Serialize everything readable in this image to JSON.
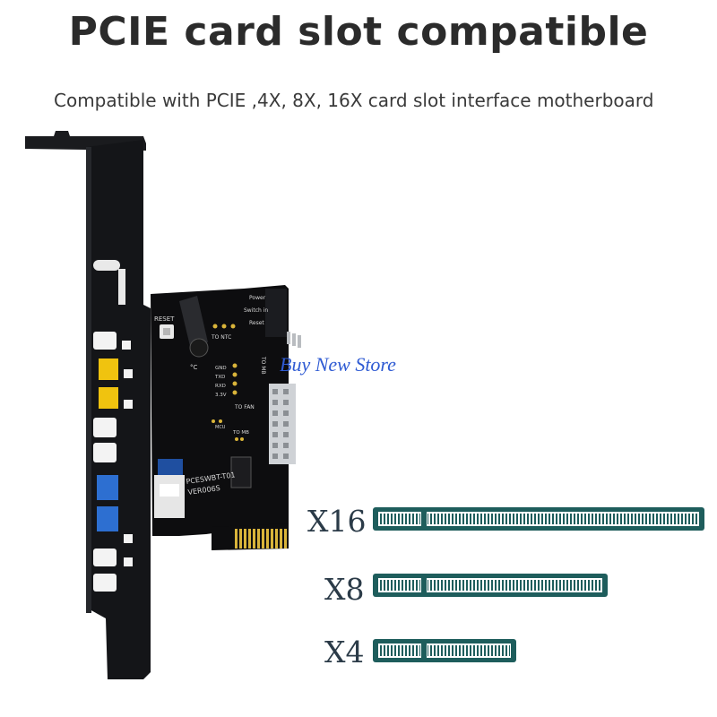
{
  "header": {
    "title": "PCIE card slot compatible",
    "subtitle": "Compatible with PCIE ,4X, 8X, 16X card slot interface motherboard"
  },
  "watermark": "Buy New Store",
  "card": {
    "reset_label": "RESET",
    "model_label": "PCESWBT-T01",
    "version_label": "VER006S",
    "header_labels": [
      "Power",
      "Switch in",
      "Reset",
      "TO MB"
    ],
    "pin_labels": [
      "GND",
      "TXD",
      "RXD",
      "3.3V"
    ],
    "ntc_label": "TO NTC",
    "fan_label": "TO FAN",
    "mb_label": "TO MB",
    "mcu_label": "MCU",
    "temp_label": "°C",
    "colors": {
      "bracket": "#111214",
      "pcb": "#0d0d0f",
      "gold": "#d9b43a",
      "usb_blue": "#2d6fd1",
      "yellow": "#f0c30f"
    }
  },
  "slots": [
    {
      "label": "X16",
      "color": "#1e5d5c"
    },
    {
      "label": "X8",
      "color": "#1e5d5c"
    },
    {
      "label": "X4",
      "color": "#1e5d5c"
    }
  ]
}
